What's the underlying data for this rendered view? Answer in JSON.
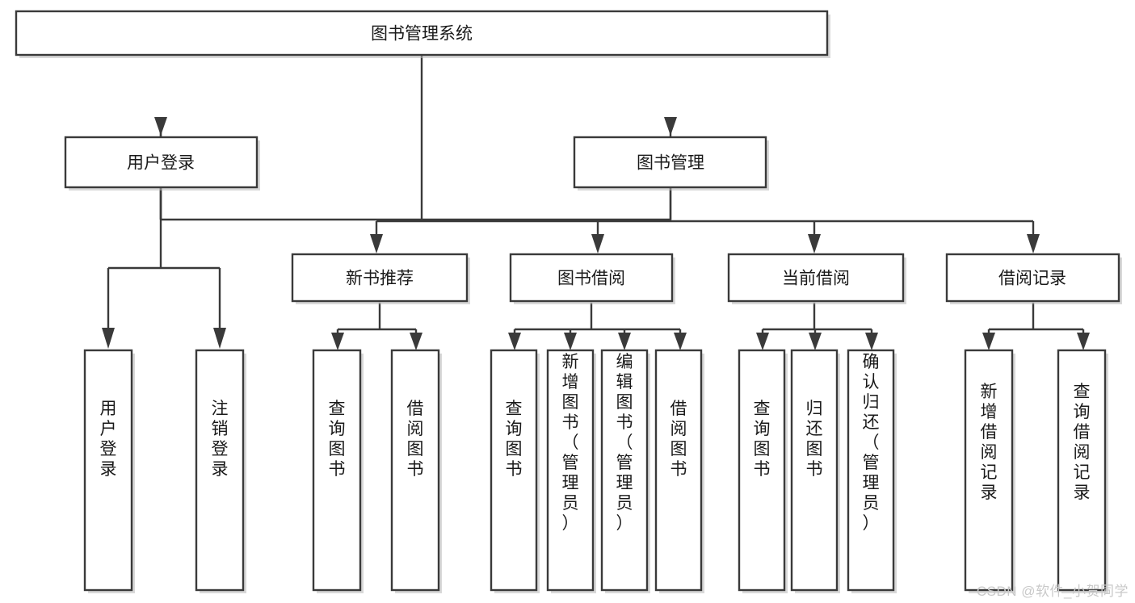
{
  "diagram": {
    "title": "图书管理系统",
    "type": "tree-hierarchy-chart",
    "watermark": "CSDN @软件_小贺同学",
    "colors": {
      "stroke": "#3a3a3a",
      "fill": "#ffffff",
      "text": "#1a1a1a",
      "watermark": "#c9c9c9"
    },
    "levels": {
      "level1_label": "图书管理系统",
      "level2": [
        {
          "id": "user-login",
          "label": "用户登录"
        },
        {
          "id": "book-management",
          "label": "图书管理"
        }
      ],
      "level3": [
        {
          "id": "new-book-recommend",
          "label": "新书推荐",
          "parent": "book-management"
        },
        {
          "id": "book-borrow",
          "label": "图书借阅",
          "parent": "book-management"
        },
        {
          "id": "current-borrow",
          "label": "当前借阅",
          "parent": "book-management"
        },
        {
          "id": "borrow-record",
          "label": "借阅记录",
          "parent": "book-management"
        }
      ],
      "leaves": [
        {
          "id": "leaf-user-login",
          "label": "用户登录",
          "parent": "user-login"
        },
        {
          "id": "leaf-logout",
          "label": "注销登录",
          "parent": "user-login"
        },
        {
          "id": "leaf-query-book-1",
          "label": "查询图书",
          "parent": "new-book-recommend"
        },
        {
          "id": "leaf-borrow-book-1",
          "label": "借阅图书",
          "parent": "new-book-recommend"
        },
        {
          "id": "leaf-query-book-2",
          "label": "查询图书",
          "parent": "book-borrow"
        },
        {
          "id": "leaf-add-book",
          "label": "新增图书（管理员）",
          "parent": "book-borrow"
        },
        {
          "id": "leaf-edit-book",
          "label": "编辑图书（管理员）",
          "parent": "book-borrow"
        },
        {
          "id": "leaf-borrow-book-2",
          "label": "借阅图书",
          "parent": "book-borrow"
        },
        {
          "id": "leaf-query-book-3",
          "label": "查询图书",
          "parent": "current-borrow"
        },
        {
          "id": "leaf-return-book",
          "label": "归还图书",
          "parent": "current-borrow"
        },
        {
          "id": "leaf-confirm-return",
          "label": "确认归还（管理员）",
          "parent": "current-borrow"
        },
        {
          "id": "leaf-add-record",
          "label": "新增借阅记录",
          "parent": "borrow-record"
        },
        {
          "id": "leaf-query-record",
          "label": "查询借阅记录",
          "parent": "borrow-record"
        }
      ]
    }
  }
}
